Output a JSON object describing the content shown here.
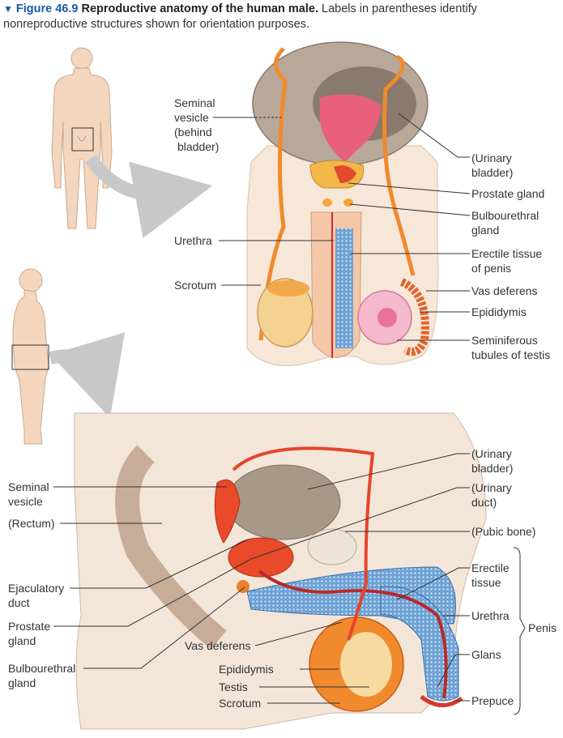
{
  "caption": {
    "marker": "▼",
    "figure": "Figure 46.9",
    "title": "Reproductive anatomy of the human male.",
    "text": "Labels in parentheses identify nonreproductive structures shown for orientation purposes."
  },
  "top_labels": {
    "seminal_vesicle": [
      "Seminal",
      "vesicle",
      "(behind",
      "bladder)"
    ],
    "urethra": [
      "Urethra"
    ],
    "scrotum": [
      "Scrotum"
    ],
    "urinary_bladder": [
      "(Urinary",
      "bladder)"
    ],
    "prostate_gland": [
      "Prostate gland"
    ],
    "bulbourethral_gland": [
      "Bulbourethral",
      "gland"
    ],
    "erectile_tissue": [
      "Erectile tissue",
      "of penis"
    ],
    "vas_deferens": [
      "Vas deferens"
    ],
    "epididymis": [
      "Epididymis"
    ],
    "seminiferous_tubules": [
      "Seminiferous",
      "tubules of testis"
    ]
  },
  "side_labels": {
    "seminal_vesicle": [
      "Seminal",
      "vesicle"
    ],
    "rectum": [
      "(Rectum)"
    ],
    "ejaculatory_duct": [
      "Ejaculatory",
      "duct"
    ],
    "prostate_gland": [
      "Prostate",
      "gland"
    ],
    "bulbourethral_gland": [
      "Bulbourethral",
      "gland"
    ],
    "vas_deferens": [
      "Vas deferens"
    ],
    "epididymis": [
      "Epididymis"
    ],
    "testis": [
      "Testis"
    ],
    "scrotum": [
      "Scrotum"
    ],
    "urinary_bladder": [
      "(Urinary",
      "bladder)"
    ],
    "urinary_duct": [
      "(Urinary",
      "duct)"
    ],
    "pubic_bone": [
      "(Pubic bone)"
    ],
    "erectile_tissue": [
      "Erectile",
      "tissue"
    ],
    "urethra": [
      "Urethra"
    ],
    "glans": [
      "Glans"
    ],
    "prepuce": [
      "Prepuce"
    ],
    "penis": [
      "Penis"
    ]
  }
}
